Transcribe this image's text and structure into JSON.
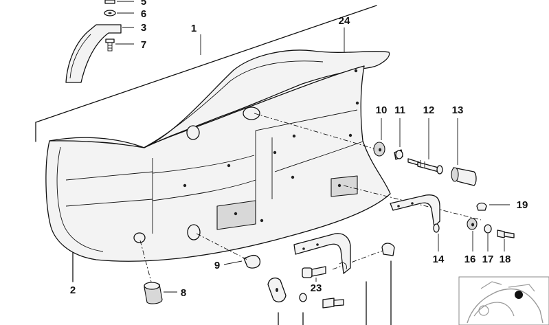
{
  "callouts": [
    {
      "id": "c1",
      "label": "1"
    },
    {
      "id": "c2",
      "label": "2"
    },
    {
      "id": "c3",
      "label": "3"
    },
    {
      "id": "c5",
      "label": "5"
    },
    {
      "id": "c6",
      "label": "6"
    },
    {
      "id": "c7",
      "label": "7"
    },
    {
      "id": "c8",
      "label": "8"
    },
    {
      "id": "c9",
      "label": "9"
    },
    {
      "id": "c10",
      "label": "10"
    },
    {
      "id": "c11",
      "label": "11"
    },
    {
      "id": "c12",
      "label": "12"
    },
    {
      "id": "c13",
      "label": "13"
    },
    {
      "id": "c14",
      "label": "14"
    },
    {
      "id": "c16",
      "label": "16"
    },
    {
      "id": "c17",
      "label": "17"
    },
    {
      "id": "c18",
      "label": "18"
    },
    {
      "id": "c19",
      "label": "19"
    },
    {
      "id": "c23",
      "label": "23"
    },
    {
      "id": "c24",
      "label": "24"
    }
  ]
}
